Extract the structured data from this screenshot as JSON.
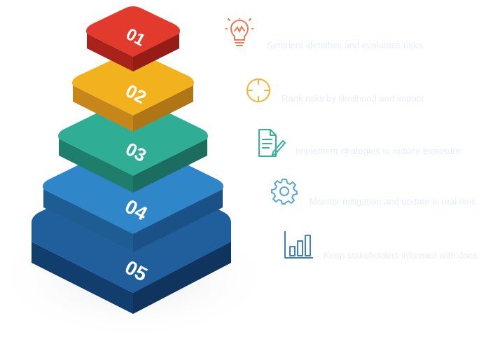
{
  "steps": [
    {
      "number": "01",
      "text": "Sentrient identifies and evaluates risks.",
      "icon": "lightbulb-icon",
      "color": "#e23b2e",
      "icon_color": "#ef7a4f"
    },
    {
      "number": "02",
      "text": "Rank risks by likelihood and impact.",
      "icon": "target-icon",
      "color": "#f2b21e",
      "icon_color": "#f3b23a"
    },
    {
      "number": "03",
      "text": "Implement strategies to reduce exposure.",
      "icon": "document-edit-icon",
      "color": "#2fae95",
      "icon_color": "#32b39a"
    },
    {
      "number": "04",
      "text": "Monitor mitigation and update in real time.",
      "icon": "gear-icon",
      "color": "#2f86c8",
      "icon_color": "#5aa6db"
    },
    {
      "number": "05",
      "text": "Keep stakeholders informed with docs.",
      "icon": "bar-chart-icon",
      "color": "#1f5f9e",
      "icon_color": "#3f7fc2"
    }
  ]
}
